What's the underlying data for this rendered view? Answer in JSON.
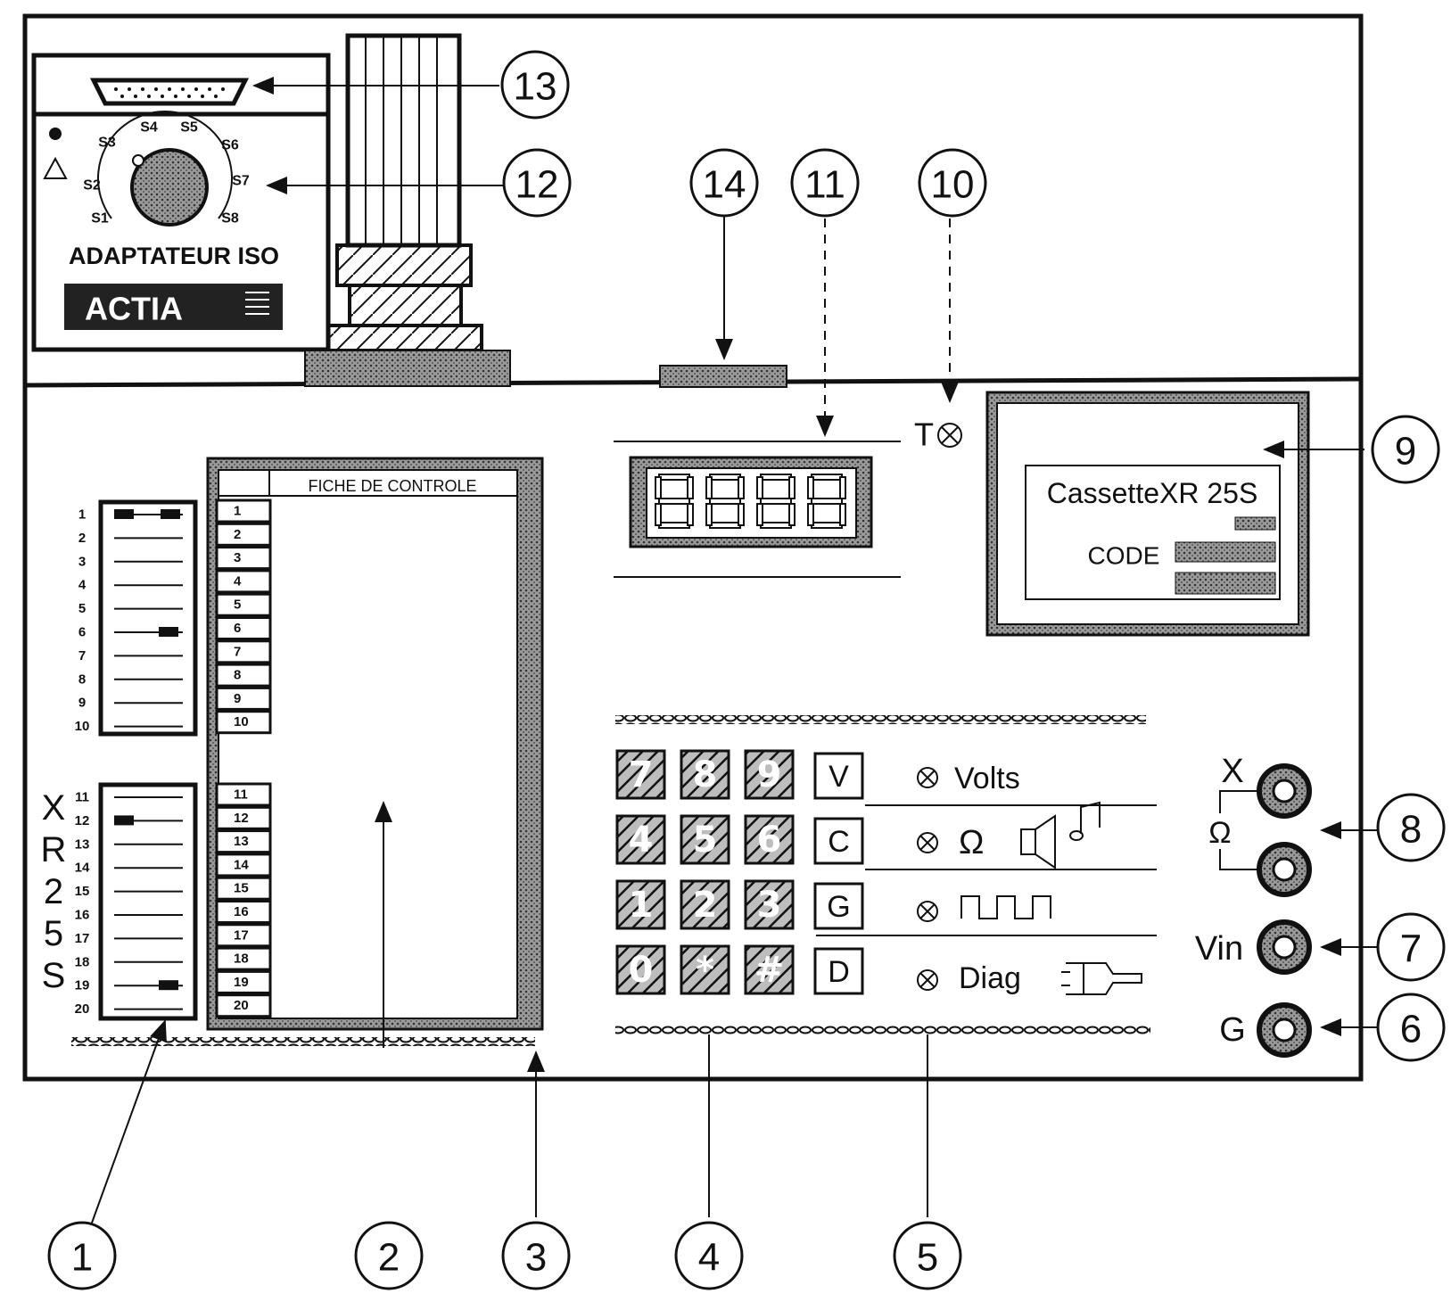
{
  "adapter": {
    "title": "ADAPTATEUR ISO",
    "brand": "ACTIA",
    "switch_positions": [
      "S1",
      "S2",
      "S3",
      "S4",
      "S5",
      "S6",
      "S7",
      "S8"
    ]
  },
  "control_sheet": {
    "title": "FICHE DE CONTROLE",
    "rows_top": [
      "1",
      "2",
      "3",
      "4",
      "5",
      "6",
      "7",
      "8",
      "9",
      "10"
    ],
    "rows_bottom": [
      "11",
      "12",
      "13",
      "14",
      "15",
      "16",
      "17",
      "18",
      "19",
      "20"
    ]
  },
  "cassette": {
    "vertical_letters": [
      "X",
      "R",
      "2",
      "5",
      "S"
    ]
  },
  "display": {
    "digits": "8888",
    "test_lamp_label": "T"
  },
  "cassette_window": {
    "title": "CassetteXR 25S",
    "code_label": "CODE"
  },
  "keypad": {
    "keys": [
      "7",
      "8",
      "9",
      "4",
      "5",
      "6",
      "1",
      "2",
      "3",
      "0",
      "*",
      "#"
    ],
    "mode_keys": [
      "V",
      "C",
      "G",
      "D"
    ],
    "mode_labels": [
      "Volts",
      "Ω",
      "Diag"
    ]
  },
  "sockets": {
    "x_label": "X",
    "omega_label": "Ω",
    "vin_label": "Vin",
    "g_label": "G"
  },
  "callouts": [
    "1",
    "2",
    "3",
    "4",
    "5",
    "6",
    "7",
    "8",
    "9",
    "10",
    "11",
    "12",
    "13",
    "14"
  ],
  "colors": {
    "ink": "#111111",
    "paper": "#ffffff",
    "shade": "#8a8a8a"
  }
}
